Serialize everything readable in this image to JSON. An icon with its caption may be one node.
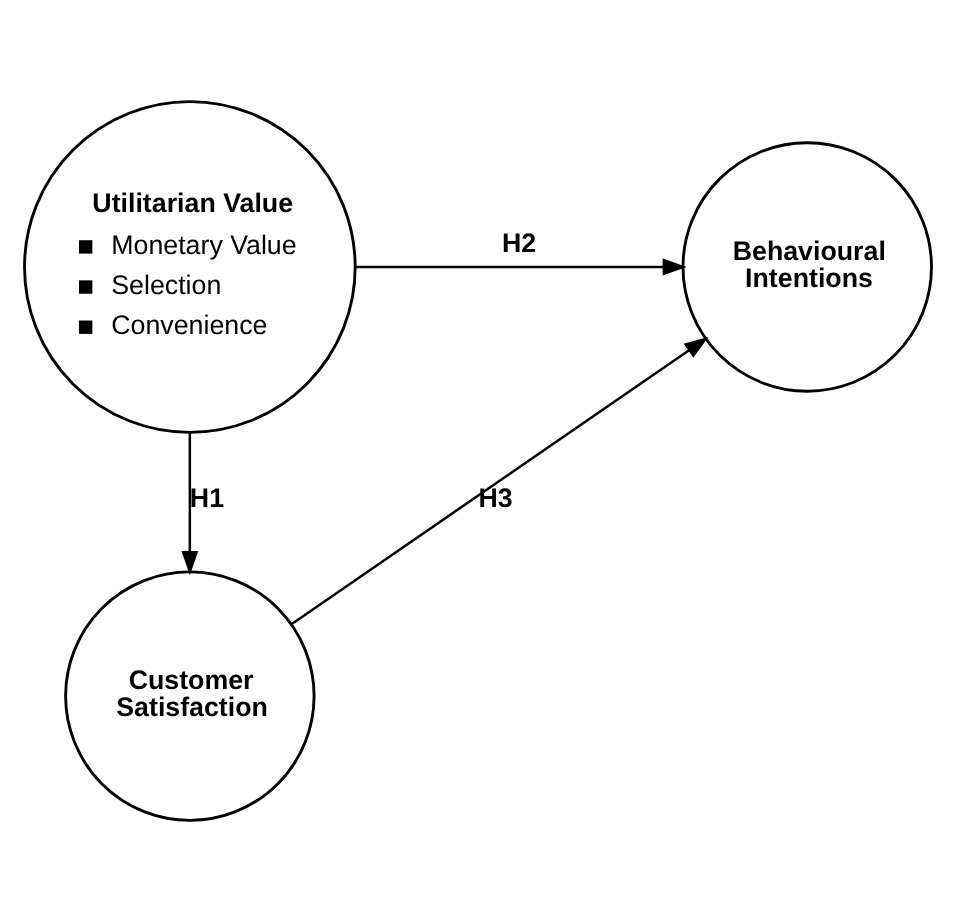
{
  "diagram": {
    "nodes": [
      {
        "text": [
          "Utilitarian Value",
          "Monetary Value",
          "Selection",
          "Convenience"
        ]
      },
      {
        "text": [
          "Behavioural Intentions"
        ]
      },
      {
        "text": [
          "Customer Satisfaction"
        ]
      }
    ],
    "edges": [
      {
        "from": 0,
        "to": 1,
        "arrow": "to",
        "label": "H2"
      },
      {
        "from": 0,
        "to": 2,
        "arrow": "to",
        "label": "H1"
      },
      {
        "from": 2,
        "to": 1,
        "arrow": "to",
        "label": "H3"
      }
    ]
  }
}
